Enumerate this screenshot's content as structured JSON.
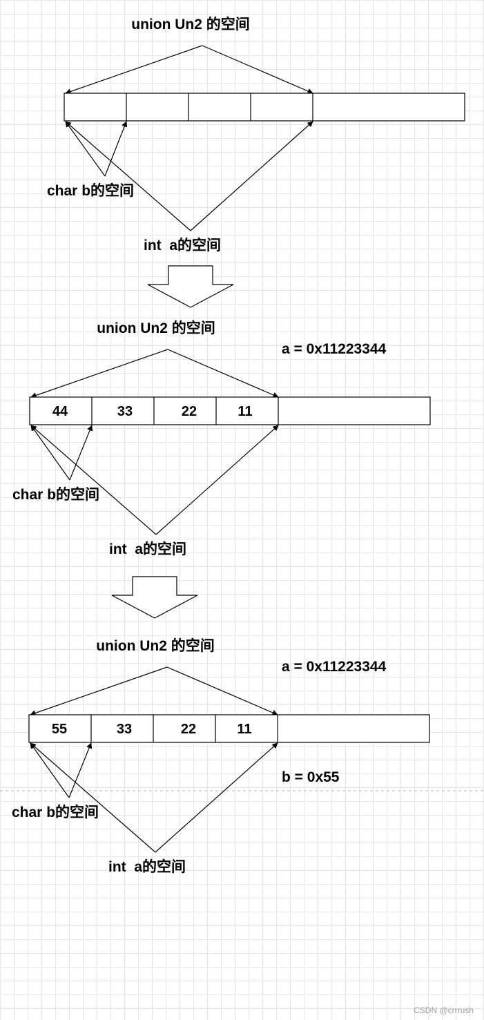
{
  "colors": {
    "stroke": "#000000",
    "grid": "#e6e6e6",
    "background": "#ffffff"
  },
  "panels": [
    {
      "title": "union Un2 的空间",
      "value_a": "",
      "value_b": "",
      "cells": [
        "",
        "",
        "",
        ""
      ],
      "char_label": "char b的空间",
      "int_label": "int  a的空间"
    },
    {
      "title": "union Un2 的空间",
      "value_a": "a = 0x11223344",
      "value_b": "",
      "cells": [
        "44",
        "33",
        "22",
        "11"
      ],
      "char_label": "char b的空间",
      "int_label": "int  a的空间"
    },
    {
      "title": "union Un2 的空间",
      "value_a": "a = 0x11223344",
      "value_b": "b = 0x55",
      "cells": [
        "55",
        "33",
        "22",
        "11"
      ],
      "char_label": "char b的空间",
      "int_label": "int  a的空间"
    }
  ],
  "watermark": "CSDN @crrrush"
}
